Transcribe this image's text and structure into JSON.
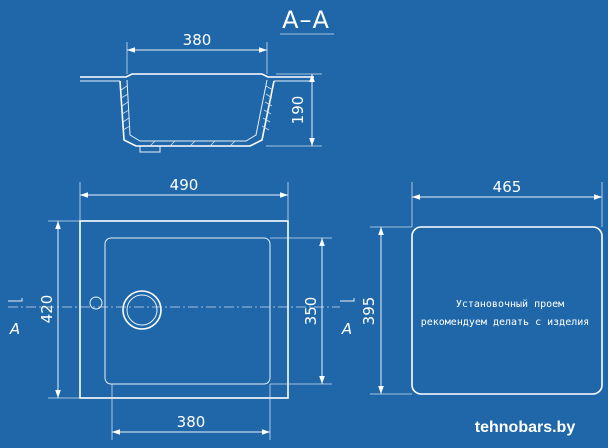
{
  "section_title": "А–А",
  "section_view": {
    "width_label": "380",
    "depth_label": "190"
  },
  "top_view": {
    "outer_width_label": "490",
    "outer_height_label": "420",
    "bowl_height_label": "350",
    "bowl_width_label": "380",
    "section_marker_left": "А",
    "section_marker_right": "А"
  },
  "cutout_view": {
    "width_label": "465",
    "height_label": "395",
    "note_line1": "Установочный проем",
    "note_line2": "рекомендуем делать с изделия"
  },
  "watermark": "tehnobars.by"
}
